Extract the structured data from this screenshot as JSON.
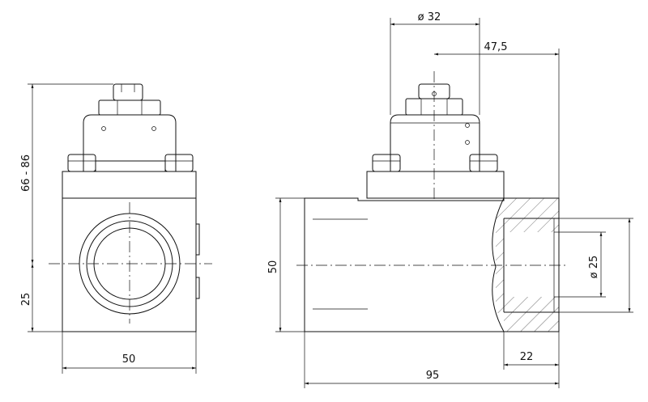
{
  "dimensions": {
    "height_range": "66 - 86",
    "lower_height": "25",
    "front_width": "50",
    "side_height": "50",
    "top_diameter": "ø 32",
    "offset": "47,5",
    "bore_diameter": "ø 25",
    "thread_depth": "22",
    "overall_length": "95"
  },
  "colors": {
    "line": "#111111",
    "background": "#ffffff"
  }
}
